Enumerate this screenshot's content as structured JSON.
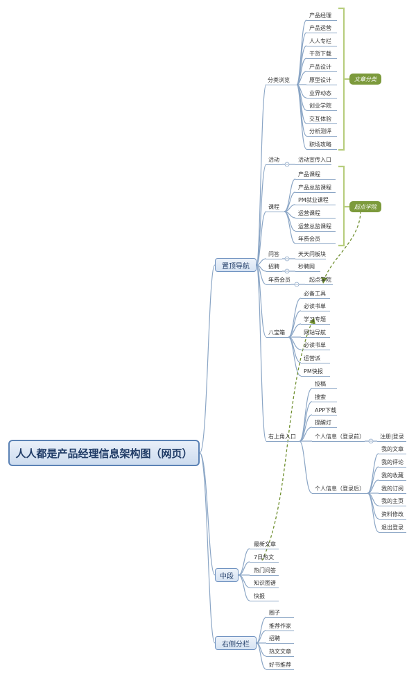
{
  "root": "人人都是产品经理信息架构图（网页）",
  "main_nodes": {
    "top_nav": "置顶导航",
    "middle": "中段",
    "right_column": "右侧分栏"
  },
  "top_nav": {
    "category_browse": {
      "label": "分类浏览",
      "items": [
        "产品经理",
        "产品运营",
        "人人专栏",
        "干货下载",
        "产品设计",
        "原型设计",
        "业界动态",
        "创业学院",
        "交互体验",
        "分析测评",
        "职场攻略"
      ],
      "summary": "文章分类"
    },
    "activity": {
      "label": "活动",
      "child": "活动宣传入口"
    },
    "courses": {
      "label": "课程",
      "items": [
        "产品课程",
        "产品总监课程",
        "PM就业课程",
        "运营课程",
        "运营总监课程",
        "年费会员"
      ],
      "summary": "起点学院"
    },
    "qa": {
      "label": "问答",
      "child": "天天问板块"
    },
    "jobs": {
      "label": "招聘",
      "child": "秒聘网"
    },
    "membership": {
      "label": "年费会员",
      "child": "起点学院"
    },
    "treasure_box": {
      "label": "八宝箱",
      "items": [
        "必备工具",
        "必读书单",
        "学习专题",
        "网站导航",
        "必读书单",
        "运营派",
        "PM快报"
      ]
    },
    "top_right": {
      "label": "右上角入口",
      "items": [
        "投稿",
        "搜索",
        "APP下载",
        "提醒灯"
      ],
      "before_login": {
        "label": "个人信息（登录前）",
        "child": "注册|登录"
      },
      "after_login": {
        "label": "个人信息（登录后）",
        "items": [
          "我的文章",
          "我的评论",
          "我的收藏",
          "我的订阅",
          "我的主页",
          "资料修改",
          "退出登录"
        ]
      }
    }
  },
  "middle": {
    "items": [
      "最新文章",
      "7日热文",
      "热门问答",
      "知识图谱",
      "快报"
    ]
  },
  "right_column": {
    "items": [
      "圈子",
      "推荐作家",
      "招聘",
      "热文文章",
      "好书推荐"
    ]
  },
  "colors": {
    "line": "#8aa5c5",
    "boundary": "#b7cd7d",
    "tag": "#7c9a3c",
    "relation": "#6f8f2f",
    "main_border": "#5b82b5"
  }
}
